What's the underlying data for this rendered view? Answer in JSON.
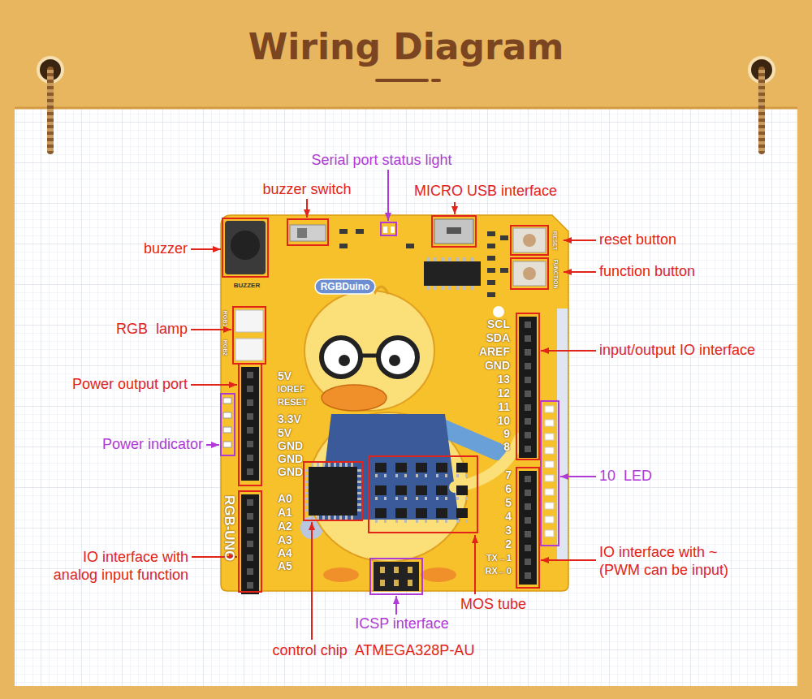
{
  "diagram": {
    "title": "Wiring Diagram",
    "labels": [
      "Serial port status light",
      "buzzer switch",
      "MICRO USB interface",
      "buzzer",
      "reset button",
      "function button",
      "BUZZER",
      "RGBDuino",
      "RESET",
      "FUNCTION",
      "RGB1",
      "RGB2",
      "RGB  lamp",
      "SCL",
      "SDA",
      "AREF",
      "GND",
      "13",
      "12",
      "11",
      "10",
      "9",
      "8",
      "input/output IO interface",
      "Power output port",
      "5V",
      "IOREF",
      "RESET",
      "3.3V",
      "5V",
      "GND",
      "GND",
      "GND",
      "Power indicator",
      "10  LED",
      "7",
      "6",
      "5",
      "4",
      "3",
      "2",
      "TX→1",
      "RX←0",
      "A0",
      "A1",
      "A2",
      "A3",
      "A4",
      "A5",
      "RGB-UNO",
      "IO interface with analog input function",
      "IO interface with ~ (PWM can be input)",
      "MOS tube",
      "ICSP interface",
      "control chip  ATMEGA328P-AU"
    ]
  }
}
